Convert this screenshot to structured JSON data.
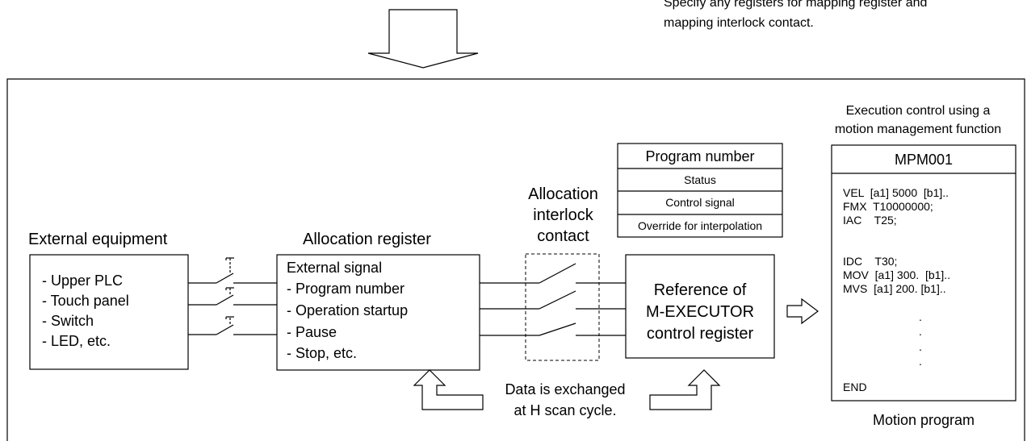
{
  "note": {
    "line1": "Specify any registers for mapping register and",
    "line2": "mapping interlock contact."
  },
  "external_equipment": {
    "title": "External equipment",
    "items": [
      "- Upper PLC",
      "- Touch panel",
      "- Switch",
      "- LED, etc."
    ]
  },
  "allocation_register": {
    "title": "Allocation register",
    "items": [
      "External signal",
      "- Program number",
      "- Operation startup",
      "- Pause",
      "- Stop, etc."
    ]
  },
  "interlock": {
    "line1": "Allocation",
    "line2": "interlock",
    "line3": "contact"
  },
  "control_register_table": {
    "rows": [
      "Program number",
      "Status",
      "Control signal",
      "Override for interpolation"
    ]
  },
  "reference_box": {
    "line1": "Reference of",
    "line2": "M-EXECUTOR",
    "line3": "control register"
  },
  "data_exchange": {
    "line1": "Data is exchanged",
    "line2": "at H scan cycle."
  },
  "execution_control": {
    "line1": "Execution control using a",
    "line2": "motion management function"
  },
  "motion_program": {
    "name": "MPM001",
    "code": [
      "VEL  [a1] 5000  [b1]..",
      "FMX  T10000000;",
      "IAC    T25;",
      "",
      "IDC    T30;",
      "MOV  [a1] 300.  [b1]..",
      "MVS  [a1] 200. [b1].."
    ],
    "dots": [
      ".",
      ".",
      ".",
      "."
    ],
    "end": "END",
    "caption": "Motion program"
  }
}
